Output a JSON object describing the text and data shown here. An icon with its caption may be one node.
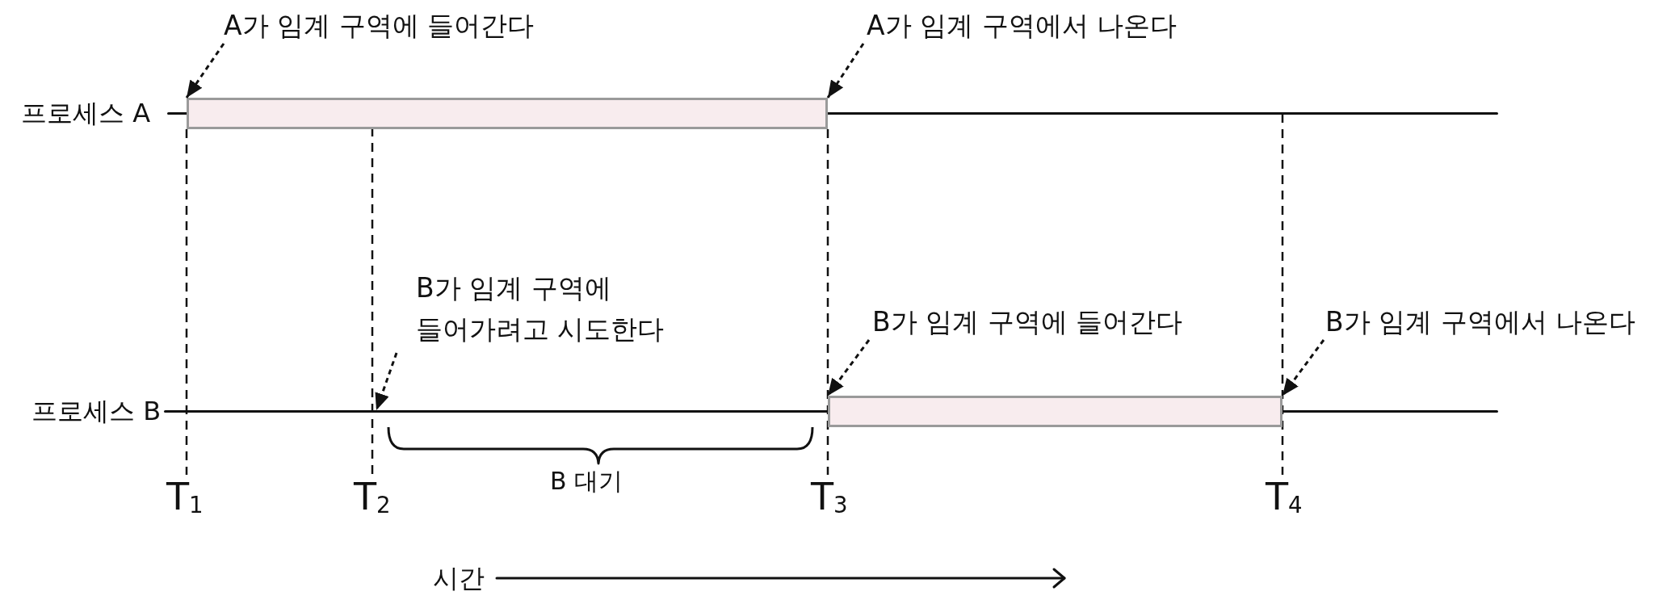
{
  "diagram": {
    "nodes": [
      {
        "text": [
          "A가 임계 구역에 들어간다"
        ]
      },
      {
        "text": [
          "A가 임계 구역에서 나온다"
        ]
      },
      {
        "text": [],
        "shape": "line",
        "beside": [
          "프로세스 A"
        ]
      },
      {
        "text": [],
        "shape": "bar"
      },
      {
        "text": [
          "B가 임계 구역에 들어가려고 시도한다"
        ]
      },
      {
        "text": [
          "B가 임계 구역에 들어간다"
        ]
      },
      {
        "text": [
          "B가 임계 구역에서 나온다"
        ]
      },
      {
        "text": [],
        "shape": "line",
        "beside": [
          "프로세스 B"
        ]
      },
      {
        "text": [],
        "shape": "bar"
      }
    ],
    "edges": [
      {
        "from": 0,
        "to": 3,
        "arrow": "to",
        "style": "dashed"
      },
      {
        "from": 1,
        "to": 3,
        "arrow": "to",
        "style": "dashed"
      },
      {
        "from": 4,
        "to": 7,
        "arrow": "to",
        "style": "dashed"
      },
      {
        "from": 5,
        "to": 8,
        "arrow": "to",
        "style": "dashed"
      },
      {
        "from": 6,
        "to": 8,
        "arrow": "to",
        "style": "dashed"
      }
    ],
    "labels": [
      "T$_{1}$",
      "T$_{2}$",
      "B 대기",
      "T$_{3}$",
      "T$_{4}$",
      "시간"
    ]
  }
}
